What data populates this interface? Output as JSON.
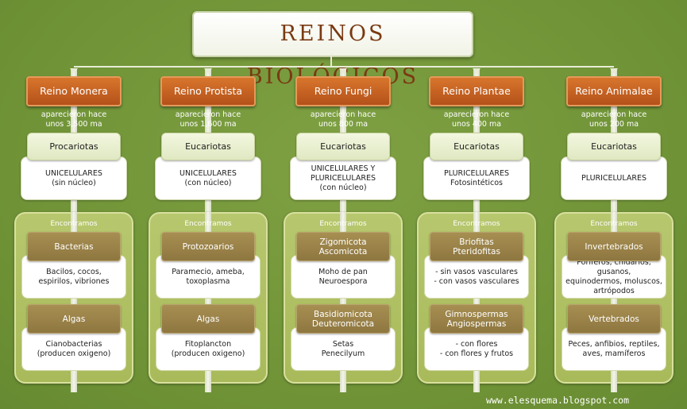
{
  "title": "REINOS BIOLÓGICOS",
  "footer": "www.elesquema.blogspot.com",
  "kingdoms": [
    {
      "name": "Reino Monera",
      "appeared_line1": "aparecieron hace",
      "appeared_line2": "unos 3,500 ma",
      "cell_type": "Procariotas",
      "desc_line1": "UNICELULARES",
      "desc_line2": "(sin núcleo)",
      "desc_line3": "",
      "encontramos": "Encontramos",
      "group1": "Bacterias",
      "group1_line2": "",
      "group1_desc_line1": "Bacilos, cocos,",
      "group1_desc_line2": "espirilos, vibriones",
      "group1_desc_line3": "",
      "group2": "Algas",
      "group2_line2": "",
      "group2_desc_line1": "Cianobacterias",
      "group2_desc_line2": "(producen oxigeno)"
    },
    {
      "name": "Reino  Protista",
      "appeared_line1": "aparecieron hace",
      "appeared_line2": "unos 1,600 ma",
      "cell_type": "Eucariotas",
      "desc_line1": "UNICELULARES",
      "desc_line2": "(con núcleo)",
      "desc_line3": "",
      "encontramos": "Encontramos",
      "group1": "Protozoarios",
      "group1_line2": "",
      "group1_desc_line1": "Paramecio, ameba,",
      "group1_desc_line2": "toxoplasma",
      "group1_desc_line3": "",
      "group2": "Algas",
      "group2_line2": "",
      "group2_desc_line1": "Fitoplancton",
      "group2_desc_line2": "(producen oxigeno)"
    },
    {
      "name": "Reino Fungi",
      "appeared_line1": "aparecieron hace",
      "appeared_line2": "unos 800 ma",
      "cell_type": "Eucariotas",
      "desc_line1": "UNICELULARES Y",
      "desc_line2": "PLURICELULARES",
      "desc_line3": "(con núcleo)",
      "encontramos": "Encontramos",
      "group1": "Zigomicota",
      "group1_line2": "Ascomicota",
      "group1_desc_line1": "Moho de pan",
      "group1_desc_line2": "Neuroespora",
      "group1_desc_line3": "",
      "group2": "Basidiomicota",
      "group2_line2": "Deuteromicota",
      "group2_desc_line1": "Setas",
      "group2_desc_line2": "Penecilyum"
    },
    {
      "name": "Reino  Plantae",
      "appeared_line1": "aparecieron hace",
      "appeared_line2": "unos  400 ma",
      "cell_type": "Eucariotas",
      "desc_line1": "PLURICELULARES",
      "desc_line2": "Fotosintéticos",
      "desc_line3": "",
      "encontramos": "Encontramos",
      "group1": "Briofitas",
      "group1_line2": "Pteridofitas",
      "group1_desc_line1": "- sin vasos vasculares",
      "group1_desc_line2": "- con vasos vasculares",
      "group1_desc_line3": "",
      "group2": "Gimnospermas",
      "group2_line2": "Angiospermas",
      "group2_desc_line1": "- con flores",
      "group2_desc_line2": "- con flores y frutos"
    },
    {
      "name": "Reino  Animalae",
      "appeared_line1": "aparecieron hace",
      "appeared_line2": "unos  200 ma",
      "cell_type": "Eucariotas",
      "desc_line1": "PLURICELULARES",
      "desc_line2": "",
      "desc_line3": "",
      "encontramos": "Encontramos",
      "group1": "Invertebrados",
      "group1_line2": "",
      "group1_desc_line1": "Poríferos, cnidarios, gusanos,",
      "group1_desc_line2": "equinodermos, moluscos,",
      "group1_desc_line3": "artrópodos",
      "group2": "Vertebrados",
      "group2_line2": "",
      "group2_desc_line1": "Peces, anfibios, reptiles,",
      "group2_desc_line2": "aves, mamíferos"
    }
  ]
}
